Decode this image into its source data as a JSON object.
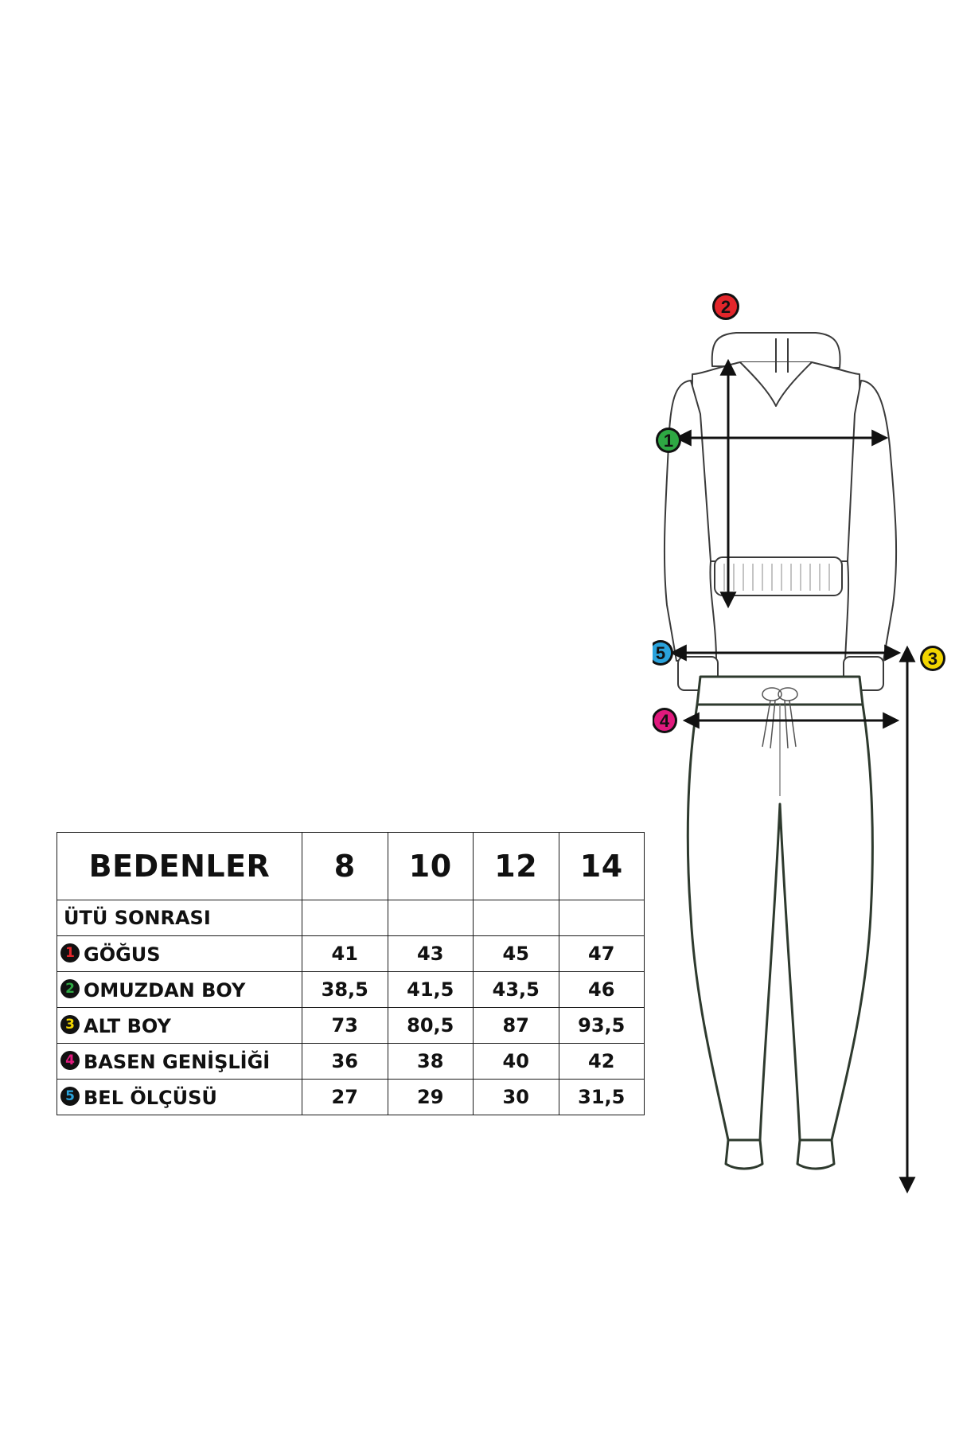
{
  "table": {
    "header_label": "BEDENLER",
    "sizes": [
      "8",
      "10",
      "12",
      "14"
    ],
    "subheader": "ÜTÜ SONRASI",
    "rows": [
      {
        "number": "1",
        "label": "GÖĞUS",
        "color": "#e3262b",
        "values": [
          "41",
          "43",
          "45",
          "47"
        ]
      },
      {
        "number": "2",
        "label": "OMUZDAN BOY",
        "color": "#2ea843",
        "values": [
          "38,5",
          "41,5",
          "43,5",
          "46"
        ]
      },
      {
        "number": "3",
        "label": "ALT BOY",
        "color": "#f2d500",
        "values": [
          "73",
          "80,5",
          "87",
          "93,5"
        ]
      },
      {
        "number": "4",
        "label": "BASEN GENİŞLİĞİ",
        "color": "#e0197d",
        "values": [
          "36",
          "38",
          "40",
          "42"
        ]
      },
      {
        "number": "5",
        "label": "BEL ÖLÇÜSÜ",
        "color": "#2aa3dc",
        "values": [
          "27",
          "29",
          "30",
          "31,5"
        ]
      }
    ]
  },
  "illustration": {
    "markers": [
      {
        "number": "1",
        "color": "#2ea843"
      },
      {
        "number": "2",
        "color": "#e3262b"
      },
      {
        "number": "3",
        "color": "#f2d500"
      },
      {
        "number": "4",
        "color": "#e0197d"
      },
      {
        "number": "5",
        "color": "#2aa3dc"
      }
    ]
  }
}
